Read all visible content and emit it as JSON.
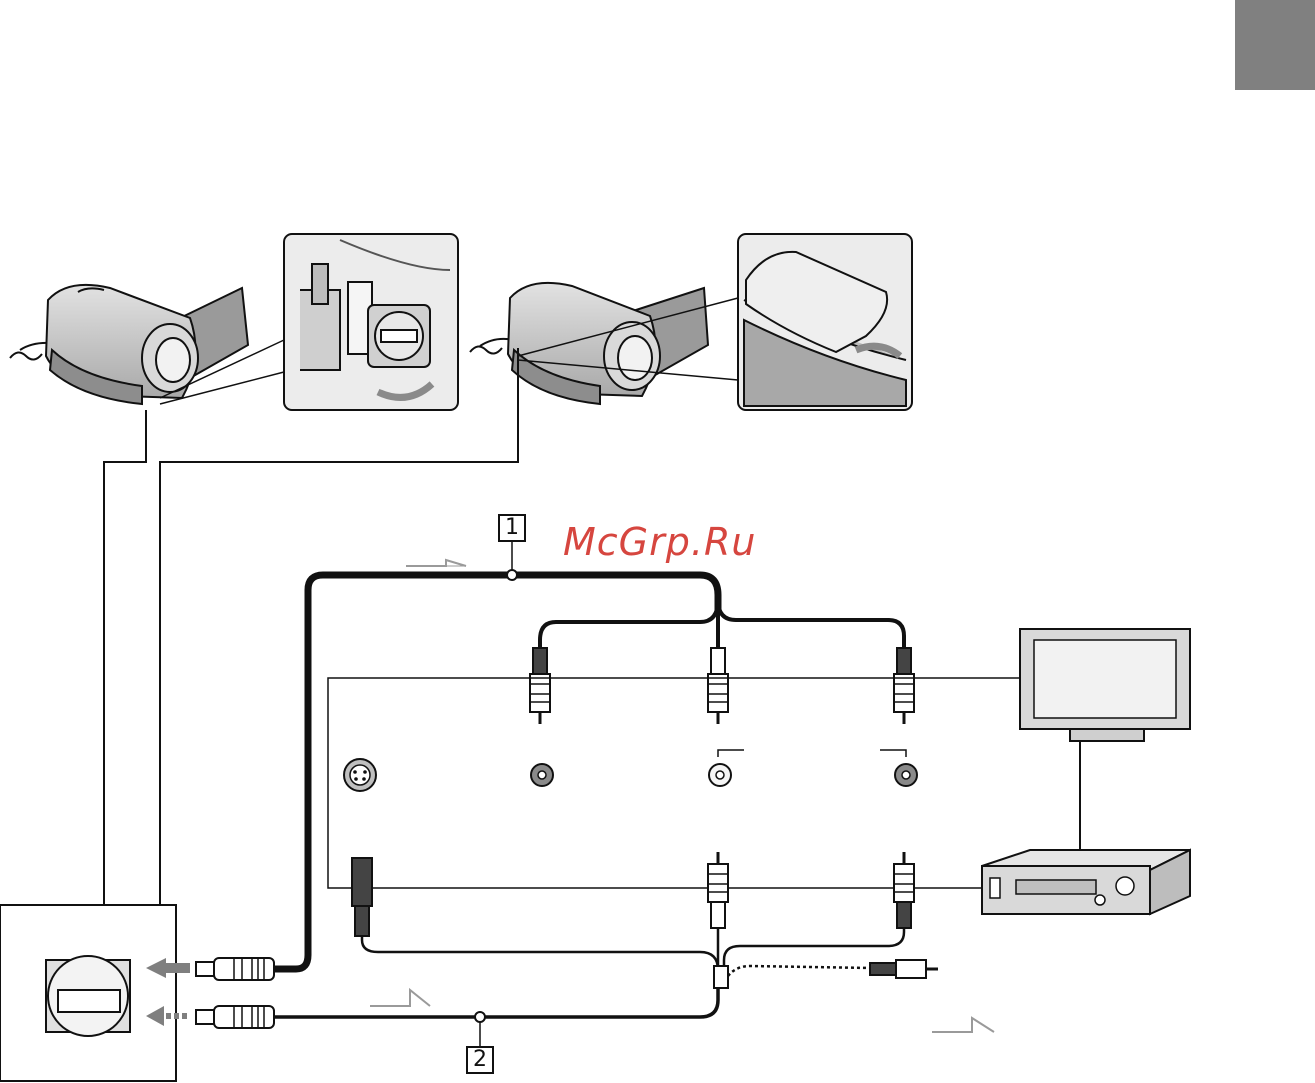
{
  "callouts": {
    "cable_1": "1",
    "cable_2": "2"
  },
  "watermark": {
    "text": "McGrp.Ru"
  },
  "colors": {
    "wire": "#111111",
    "device_fill": "#cfcfcf",
    "device_dark": "#9a9a9a",
    "arrow": "#7f7f7f",
    "tab": "#808080",
    "watermark": "#d6463f"
  },
  "icons": [
    "camcorder-icon",
    "jack-cover-icon",
    "s-video-jack-icon",
    "rca-jack-icon",
    "tv-icon",
    "vcr-icon",
    "signal-direction-arrow-icon",
    "rotate-arrow-icon"
  ]
}
